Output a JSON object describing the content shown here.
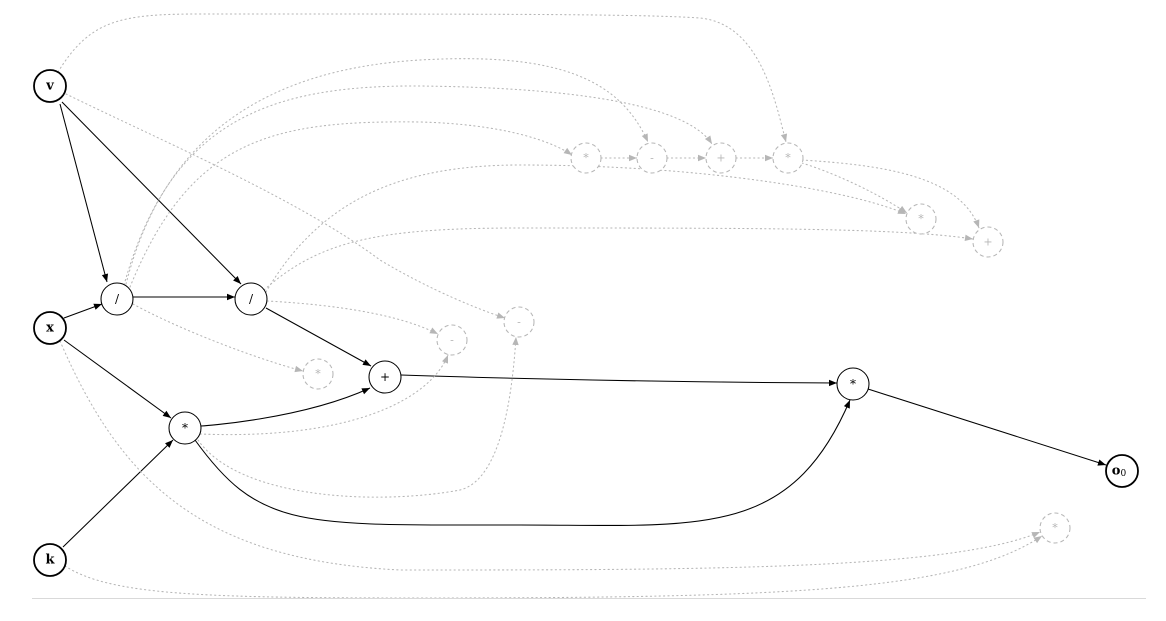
{
  "nodes": [
    {
      "id": "v",
      "label": "v",
      "kind": "input"
    },
    {
      "id": "x",
      "label": "x",
      "kind": "input"
    },
    {
      "id": "k",
      "label": "k",
      "kind": "input"
    },
    {
      "id": "d1",
      "label": "/",
      "kind": "op"
    },
    {
      "id": "d2",
      "label": "/",
      "kind": "op"
    },
    {
      "id": "m1",
      "label": "*",
      "kind": "op"
    },
    {
      "id": "p1",
      "label": "+",
      "kind": "op"
    },
    {
      "id": "m2",
      "label": "*",
      "kind": "op"
    },
    {
      "id": "o0",
      "label": "o",
      "sub": "0",
      "kind": "output"
    },
    {
      "id": "g1",
      "label": "*",
      "kind": "ghost"
    },
    {
      "id": "g2",
      "label": "-",
      "kind": "ghost"
    },
    {
      "id": "g3",
      "label": "+",
      "kind": "ghost"
    },
    {
      "id": "g4",
      "label": "*",
      "kind": "ghost"
    },
    {
      "id": "g5",
      "label": "*",
      "kind": "ghost"
    },
    {
      "id": "g6",
      "label": "+",
      "kind": "ghost"
    },
    {
      "id": "g7",
      "label": "-",
      "kind": "ghost"
    },
    {
      "id": "g8",
      "label": "-",
      "kind": "ghost"
    },
    {
      "id": "g9",
      "label": "*",
      "kind": "ghost"
    },
    {
      "id": "g10",
      "label": "*",
      "kind": "ghost"
    }
  ],
  "edges": [
    {
      "from": "v",
      "to": "d1",
      "style": "solid"
    },
    {
      "from": "v",
      "to": "d2",
      "style": "solid"
    },
    {
      "from": "x",
      "to": "d1",
      "style": "solid"
    },
    {
      "from": "x",
      "to": "m1",
      "style": "solid"
    },
    {
      "from": "k",
      "to": "m1",
      "style": "solid"
    },
    {
      "from": "d1",
      "to": "d2",
      "style": "solid"
    },
    {
      "from": "d2",
      "to": "p1",
      "style": "solid"
    },
    {
      "from": "m1",
      "to": "p1",
      "style": "solid"
    },
    {
      "from": "p1",
      "to": "m2",
      "style": "solid"
    },
    {
      "from": "m1",
      "to": "m2",
      "style": "solid"
    },
    {
      "from": "m2",
      "to": "o0",
      "style": "solid"
    },
    {
      "from": "v",
      "to": "g4",
      "style": "dotted"
    },
    {
      "from": "v",
      "to": "g8",
      "style": "dotted"
    },
    {
      "from": "d1",
      "to": "g2",
      "style": "dotted"
    },
    {
      "from": "d1",
      "to": "g3",
      "style": "dotted"
    },
    {
      "from": "d1",
      "to": "g1",
      "style": "dotted"
    },
    {
      "from": "d1",
      "to": "g9",
      "style": "dotted"
    },
    {
      "from": "d2",
      "to": "g5",
      "style": "dotted"
    },
    {
      "from": "d2",
      "to": "g6",
      "style": "dotted"
    },
    {
      "from": "d2",
      "to": "g7",
      "style": "dotted"
    },
    {
      "from": "g1",
      "to": "g2",
      "style": "dotted"
    },
    {
      "from": "g2",
      "to": "g3",
      "style": "dotted"
    },
    {
      "from": "g3",
      "to": "g4",
      "style": "dotted"
    },
    {
      "from": "g4",
      "to": "g5",
      "style": "dotted"
    },
    {
      "from": "g4",
      "to": "g6",
      "style": "dotted"
    },
    {
      "from": "m1",
      "to": "g7",
      "style": "dotted"
    },
    {
      "from": "m1",
      "to": "g8",
      "style": "dotted"
    },
    {
      "from": "x",
      "to": "g10",
      "style": "dotted"
    },
    {
      "from": "k",
      "to": "g10",
      "style": "dotted"
    }
  ]
}
